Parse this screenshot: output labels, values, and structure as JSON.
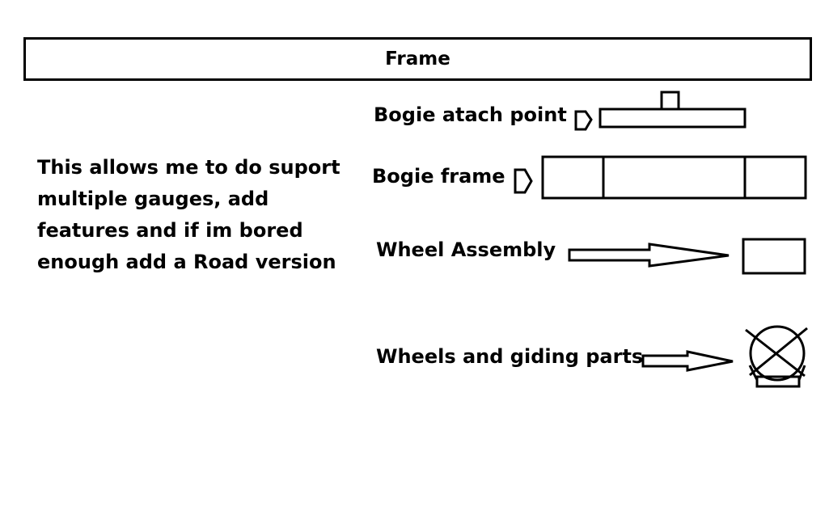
{
  "frame": {
    "title": "Frame"
  },
  "note": {
    "text": "This allows me to do suport multiple gauges, add features and if im bored enough add a Road version"
  },
  "parts": {
    "bogie_attach_point": "Bogie atach point",
    "bogie_frame": "Bogie frame",
    "wheel_assembly": "Wheel Assembly",
    "wheels_guiding": "Wheels and giding parts"
  }
}
